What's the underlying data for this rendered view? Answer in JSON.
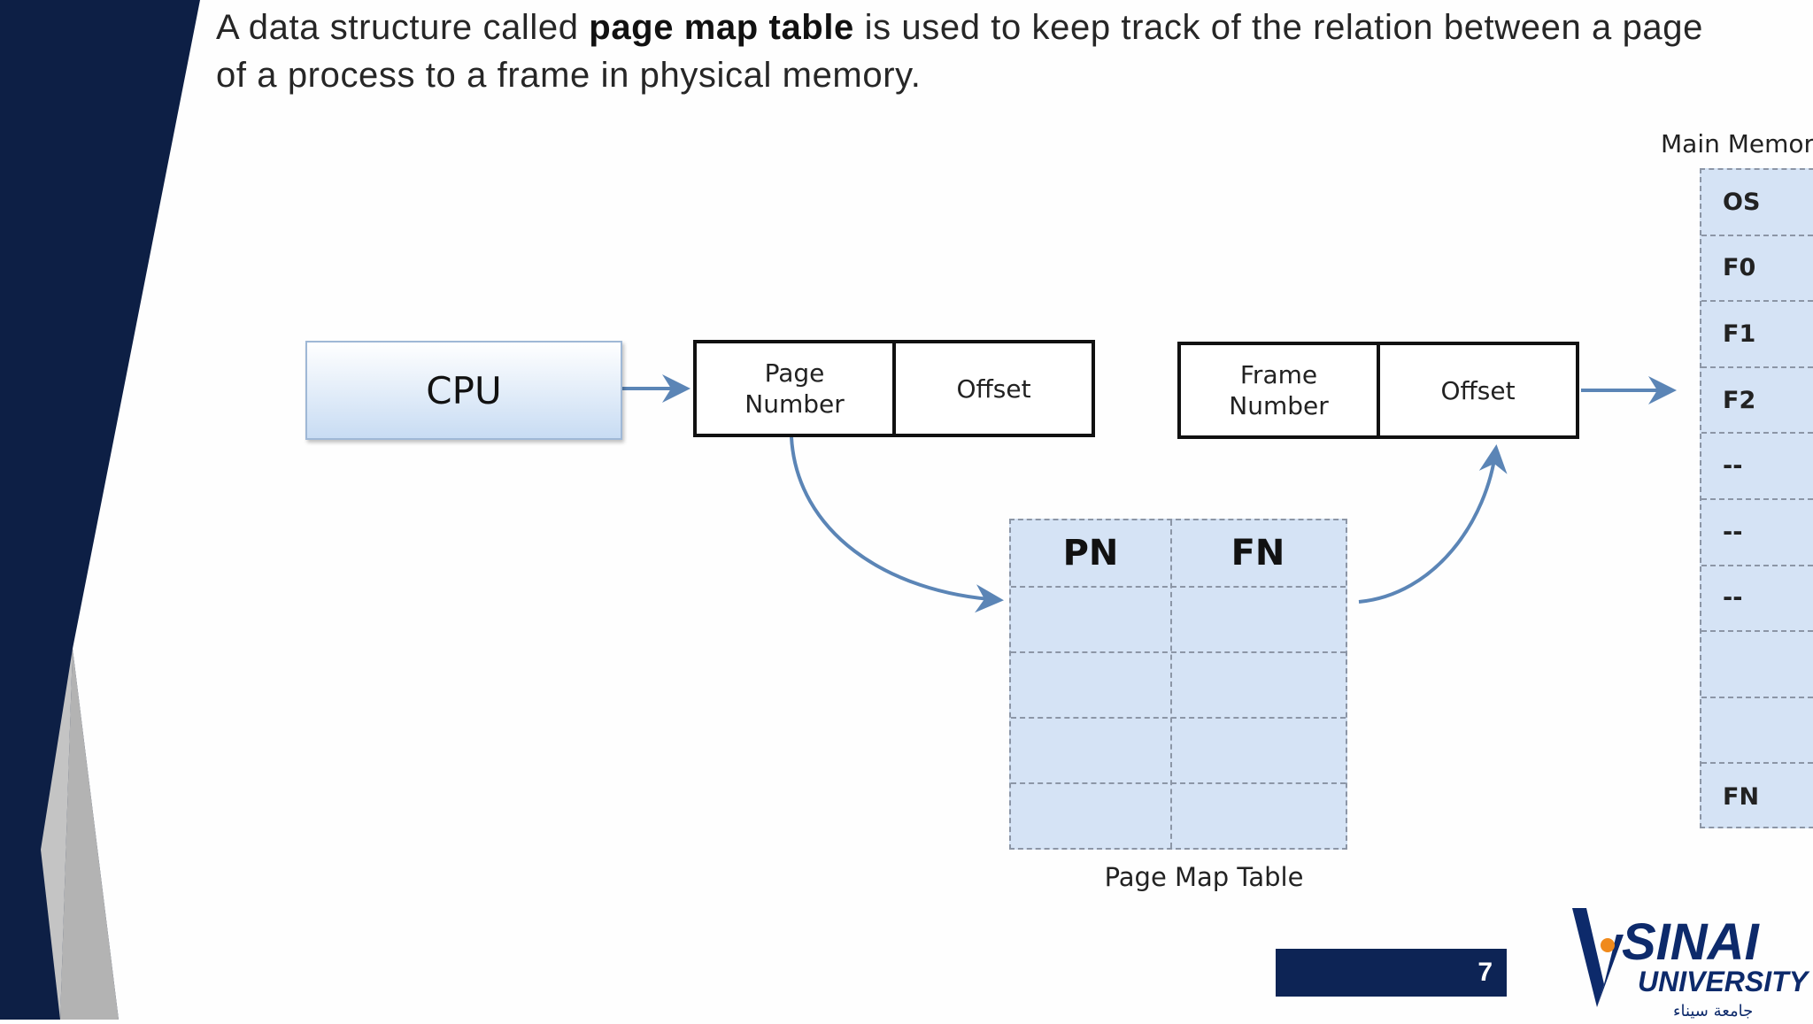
{
  "slide": {
    "intro_pre": "A data structure called ",
    "intro_bold": "page map table",
    "intro_post": " is used to keep track of the relation between a page",
    "intro_line2": "of a process to a frame in physical memory.",
    "page_number": "7"
  },
  "diagram": {
    "cpu_label": "CPU",
    "logical_address": {
      "page_number": "Page\nNumber",
      "offset": "Offset"
    },
    "physical_address": {
      "frame_number": "Frame\nNumber",
      "offset": "Offset"
    },
    "page_map_table": {
      "caption": "Page Map Table",
      "col_pn": "PN",
      "col_fn": "FN"
    },
    "main_memory": {
      "title": "Main Memory",
      "slots": [
        "OS",
        "F0",
        "F1",
        "F2",
        "--",
        "--",
        "--",
        "",
        "",
        "FN"
      ]
    }
  },
  "logo": {
    "name": "SINAI",
    "sub": "UNIVERSITY",
    "arabic": "جامعة سيناء",
    "colors": {
      "navy": "#0d2a6b",
      "orange": "#f08a1c"
    }
  },
  "colors": {
    "navy": "#0d1f45",
    "gray": "#b3b3b3",
    "table_fill": "#d5e3f5",
    "arrow": "#5b85b6",
    "page_bar": "#0d2455"
  }
}
